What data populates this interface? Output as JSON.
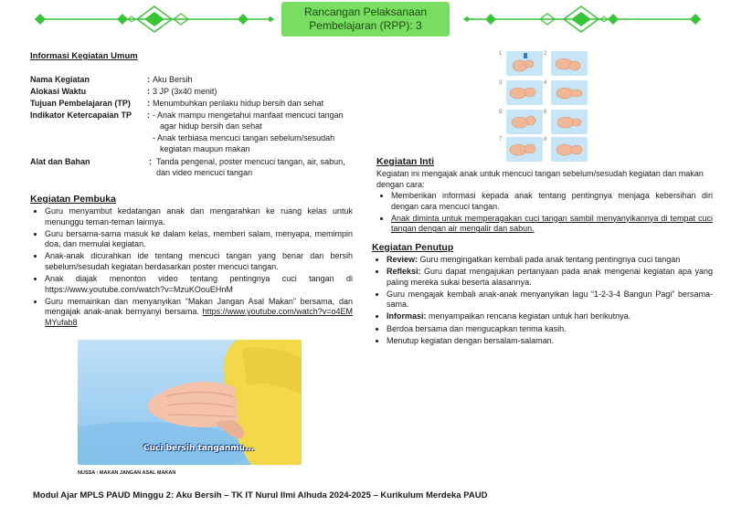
{
  "header": {
    "title_line1": "Rancangan Pelaksanaan",
    "title_line2": "Pembelajaran (RPP): 3",
    "colors": {
      "accent": "#79dd62",
      "deco": "#37c437"
    }
  },
  "info": {
    "heading": "Informasi Kegiatan Umum",
    "rows": [
      {
        "label": "Nama Kegiatan",
        "lines": [
          "Aku Bersih"
        ]
      },
      {
        "label": "Alokasi Waktu",
        "lines": [
          "3 JP (3x40 menit)"
        ]
      },
      {
        "label": "Tujuan Pembelajaran (TP)",
        "lines": [
          "Menumbuhkan perilaku hidup bersih dan sehat"
        ]
      },
      {
        "label": "Indikator Ketercapaian TP",
        "lines": [
          "- Anak mampu mengetahui manfaat mencuci tangan",
          "agar hidup bersih dan sehat",
          "- Anak terbiasa mencuci tangan sebelum/sesudah",
          "kegiatan maupun makan"
        ]
      },
      {
        "label": "Alat dan Bahan",
        "lines": [
          "Tanda pengenal, poster mencuci tangan, air, sabun,",
          "dan video mencuci tangan"
        ]
      }
    ]
  },
  "pembuka": {
    "heading": "Kegiatan Pembuka",
    "items": [
      "Guru menyambut kedatangan anak dan mengarahkan ke ruang kelas untuk menunggu teman-teman lainnya.",
      "Guru bersama-sama masuk ke dalam kelas, memberi salam, menyapa, memimpin doa, dan memulai kegiatan.",
      "Anak-anak dicurahkan ide tentang mencuci tangan yang benar dan bersih sebelum/sesudah kegiatan berdasarkan poster mencuci tangan.",
      "Anak diajak menonton video tentang pentingnya cuci tangan di https://www.youtube.com/watch?v=MzuKOouEHnM"
    ],
    "last_item_text": "Guru memainkan dan menyanyikan “Makan Jangan Asal Makan” bersama, dan mengajak anak-anak bernyanyi bersama.",
    "last_item_link": "https://www.youtube.com/watch?v=o4EMMYufab8"
  },
  "video": {
    "overlay_text": "Cuci bersih tanganmu...",
    "caption": "NUSSA : MAKAN JANGAN ASAL MAKAN"
  },
  "steps": {
    "numbers": [
      "1",
      "2",
      "3",
      "4",
      "5",
      "6",
      "7",
      "8"
    ]
  },
  "inti": {
    "heading": "Kegiatan Inti",
    "intro": "Kegiatan ini mengajak anak untuk mencuci tangan sebelum/sesudah kegiatan dan makan dengan cara:",
    "item1": "Memberikan informasi kepada anak tentang pentingnya menjaga kebersihan diri dengan cara mencuci tangan.",
    "item2": "Anak diminta untuk memperagakan cuci tangan sambil menyanyikannya di tempat cuci tangan dengan air mengalir dan sabun."
  },
  "penutup": {
    "heading": "Kegiatan Penutup",
    "review_label": "Review:",
    "review_text": " Guru mengingatkan kembali pada anak tentang pentingnya cuci tangan",
    "refleksi_label": "Refleksi:",
    "refleksi_text": " Guru dapat mengajukan pertanyaan pada anak mengenai kegiatan apa yang paling mereka sukai beserta alasannya.",
    "item3": "Guru mengajak kembali anak-anak menyanyikan lagu “1-2-3-4 Bangun Pagi” bersama-sama.",
    "informasi_label": "Informasi:",
    "informasi_text": " menyampaikan rencana kegiatan untuk hari berikutnya.",
    "item5": "Berdoa bersama dan mengucapkan terima kasih.",
    "item6": "Menutup kegiatan dengan bersalam-salaman."
  },
  "footer": {
    "text": "Modul Ajar MPLS PAUD Minggu 2: Aku Bersih – TK IT Nurul Ilmi Alhuda 2024-2025 – Kurikulum Merdeka PAUD"
  }
}
